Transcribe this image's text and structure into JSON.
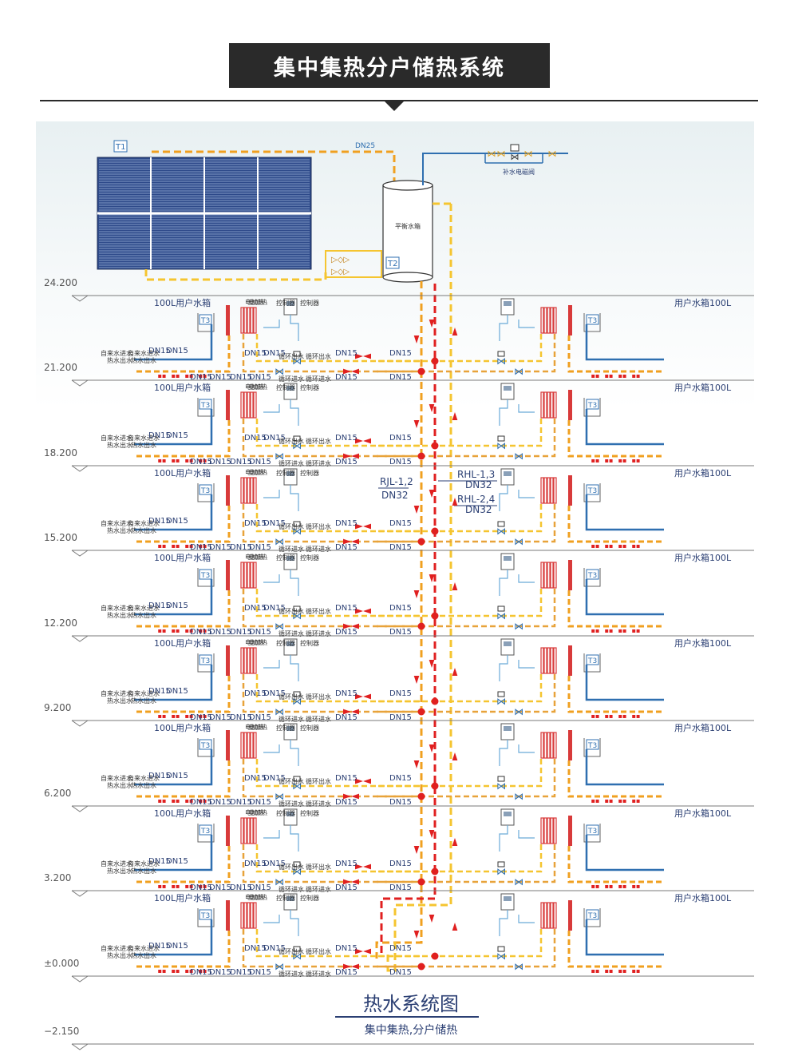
{
  "banner_title": "集中集热分户储热系统",
  "caption": {
    "title": "热水系统图",
    "subtitle": "集中集热,分户储热"
  },
  "collector": {
    "tag": "T1"
  },
  "tank": {
    "label": "平衡水箱",
    "tag": "T2"
  },
  "pipe_top_label": "DN25",
  "make_up_valve_label": "补水电磁阀",
  "risers": {
    "left_label": "RJL-1,2",
    "left_size": "DN32",
    "right_label_1": "RHL-1,3",
    "right_size_1": "DN32",
    "right_label_2": "RHL-2,4",
    "right_size_2": "DN32"
  },
  "elevations": [
    "24.200",
    "21.200",
    "18.200",
    "15.200",
    "12.200",
    "9.200",
    "6.200",
    "3.200",
    "±0.000",
    "−2.150"
  ],
  "unit": {
    "tank_left": "100L用户水箱",
    "tank_right": "用户水箱100L",
    "tag": "T3",
    "aux_heater": "电加热",
    "controller": "控制器",
    "circ_out": "循环出水",
    "circ_in": "循环进水",
    "cold_in": "自来水进水",
    "hot_out": "热水出水",
    "pipe": "DN15"
  },
  "colors": {
    "hot_supply": "#f0a020",
    "hot_return": "#e8a33a",
    "circulation": "#f5c530",
    "cold_water": "#2f6fb0",
    "heater": "#d83a3a",
    "junction": "#e02020",
    "caption": "#2b3f73"
  }
}
